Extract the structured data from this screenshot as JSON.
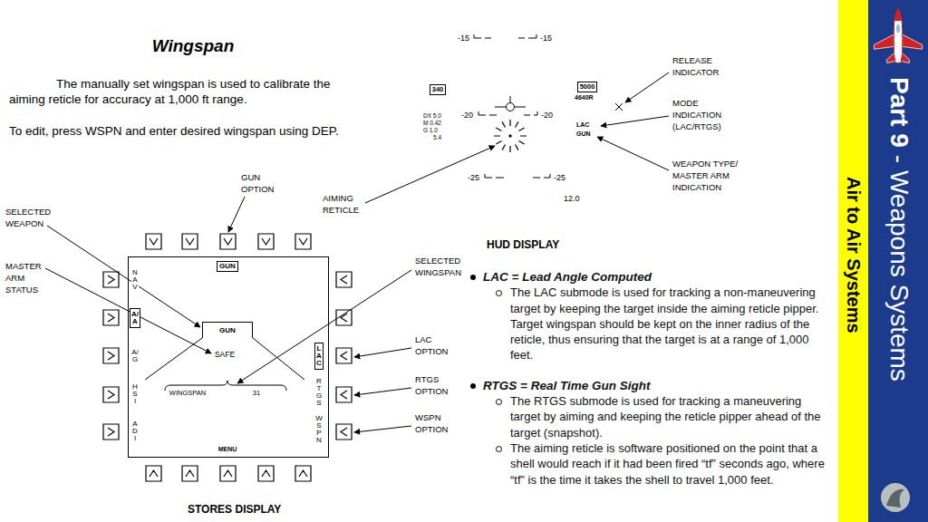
{
  "diagram": {
    "title": "Wingspan",
    "nodes": [
      {
        "text": [
          "NAV",
          "A/G",
          "HSI",
          "ADI",
          "RTGS",
          "WSPN",
          "SAFE",
          "WINGSPAN",
          "31",
          "MENU"
        ]
      },
      {
        "text": [
          "GUN"
        ],
        "in": 0
      },
      {
        "text": [
          "A/A"
        ],
        "in": 0
      },
      {
        "text": [
          "LAC"
        ],
        "in": 0
      },
      {
        "text": [
          "GUN"
        ],
        "in": 0
      },
      {
        "text": [
          "340"
        ]
      },
      {
        "text": [
          "5000"
        ]
      },
      {
        "text": [
          "Air to Air Systems"
        ]
      },
      {
        "text": [
          "Part 9",
          "- Weapons Systems"
        ]
      }
    ],
    "labels": [
      "The manually set wingspan is used to calibrate the aiming reticle for accuracy at 1,000 ft range.",
      "To edit, press WSPN and enter desired wingspan using DEP.",
      "-15",
      "-15",
      "-20",
      "-20",
      "-25",
      "-25",
      "4640R",
      "DX 5.0",
      "M 0.42",
      "G 1.0",
      "5.4",
      "LAC",
      "GUN",
      "12.0",
      "RELEASE INDICATOR",
      "MODE INDICATION (LAC/RTGS)",
      "WEAPON TYPE/ MASTER ARM INDICATION",
      "AIMING RETICLE",
      "HUD DISPLAY",
      "GUN OPTION",
      "SELECTED WEAPON",
      "MASTER ARM STATUS",
      "SELECTED WINGSPAN",
      "LAC OPTION",
      "RTGS OPTION",
      "WSPN OPTION",
      "STORES DISPLAY",
      "LAC = Lead Angle Computed",
      "The LAC submode is used for tracking a non-maneuvering target by keeping the target inside the aiming reticle pipper. Target wingspan should be kept on the inner radius of the reticle, thus ensuring that the target is at a range of 1,000 feet.",
      "RTGS = Real Time Gun Sight",
      "The RTGS submode is used for tracking a maneuvering target by aiming and keeping the reticle pipper ahead of the target (snapshot).",
      "The aiming reticle is software positioned on the point that a shell would reach if it had been fired “tf” seconds ago, where “tf” is the time it takes the shell to travel 1,000 feet."
    ]
  }
}
